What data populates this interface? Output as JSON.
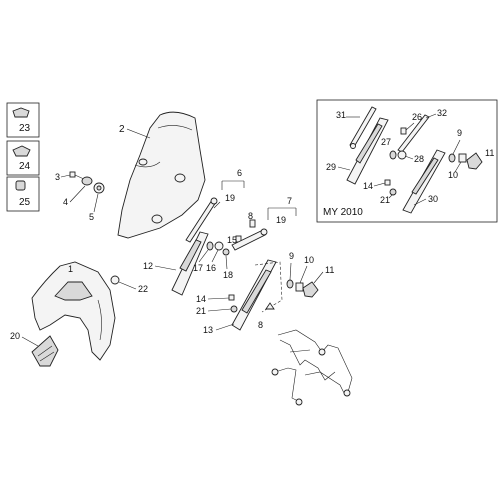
{
  "labels": {
    "l1": "1",
    "l2": "2",
    "l3": "3",
    "l4": "4",
    "l5": "5",
    "l6": "6",
    "l7": "7",
    "l8a": "8",
    "l8b": "8",
    "l9a": "9",
    "l9b": "9",
    "l10a": "10",
    "l10b": "10",
    "l11a": "11",
    "l11b": "11",
    "l12": "12",
    "l13": "13",
    "l14a": "14",
    "l14b": "14",
    "l15": "15",
    "l16": "16",
    "l17": "17",
    "l18": "18",
    "l19a": "19",
    "l19b": "19",
    "l20": "20",
    "l21a": "21",
    "l21b": "21",
    "l22": "22",
    "l23": "23",
    "l24": "24",
    "l25": "25",
    "l26": "26",
    "l27": "27",
    "l28": "28",
    "l29": "29",
    "l30": "30",
    "l31": "31",
    "l32": "32"
  },
  "inset_caption": "MY 2010"
}
